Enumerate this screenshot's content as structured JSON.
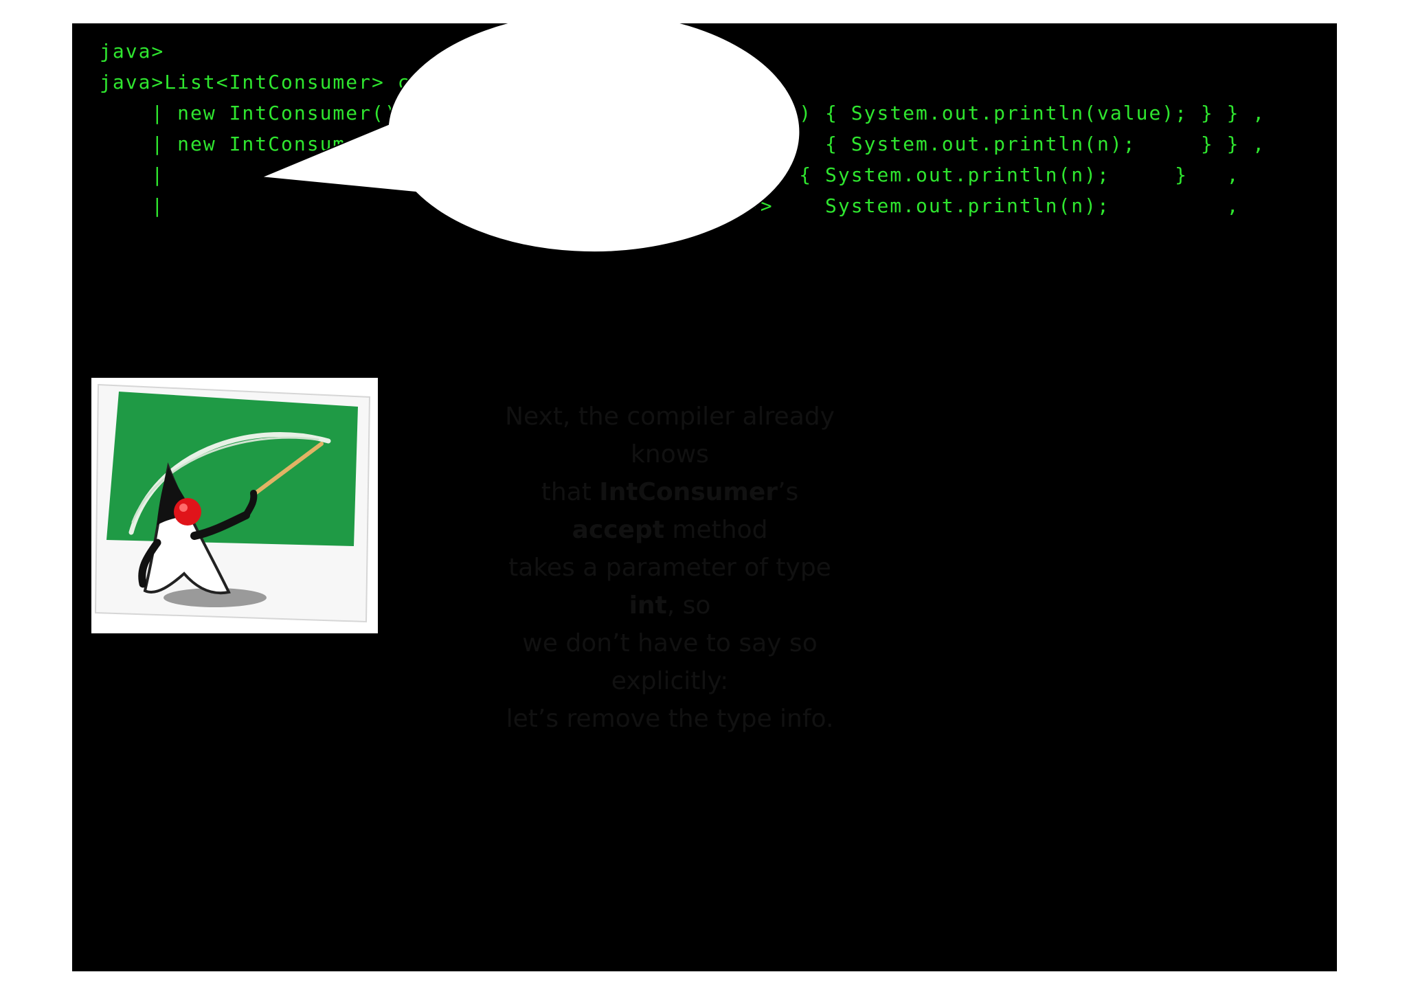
{
  "console": {
    "lines": [
      "java>",
      "java>List<IntConsumer> consumers = Arrays.asList(",
      "    | new IntConsumer() { public void accept(int value) { System.out.println(value); } } ,",
      "    | new IntConsumer() { public void accept(int n)     { System.out.println(n);     } } ,",
      "    |                                     (int n) ->  { System.out.println(n);     }   ,",
      "    |                                     (int n) ->    System.out.println(n);         ,"
    ],
    "text_color": "#2fe62f"
  },
  "illustration": {
    "icon": "duke-mascot-teaching-at-chalkboard-icon",
    "board_color": "#1f9a45"
  },
  "bubble": {
    "line1": "Next, the compiler already knows",
    "line2_pre": "that ",
    "line2_bold1": "IntConsumer",
    "line2_mid": "’s ",
    "line2_bold2": "accept",
    "line2_post": " method",
    "line3_pre": "takes a parameter of type ",
    "line3_bold": "int",
    "line3_post": ", so",
    "line4": "we don’t have to say so explicitly:",
    "line5": "let’s remove the type info."
  }
}
